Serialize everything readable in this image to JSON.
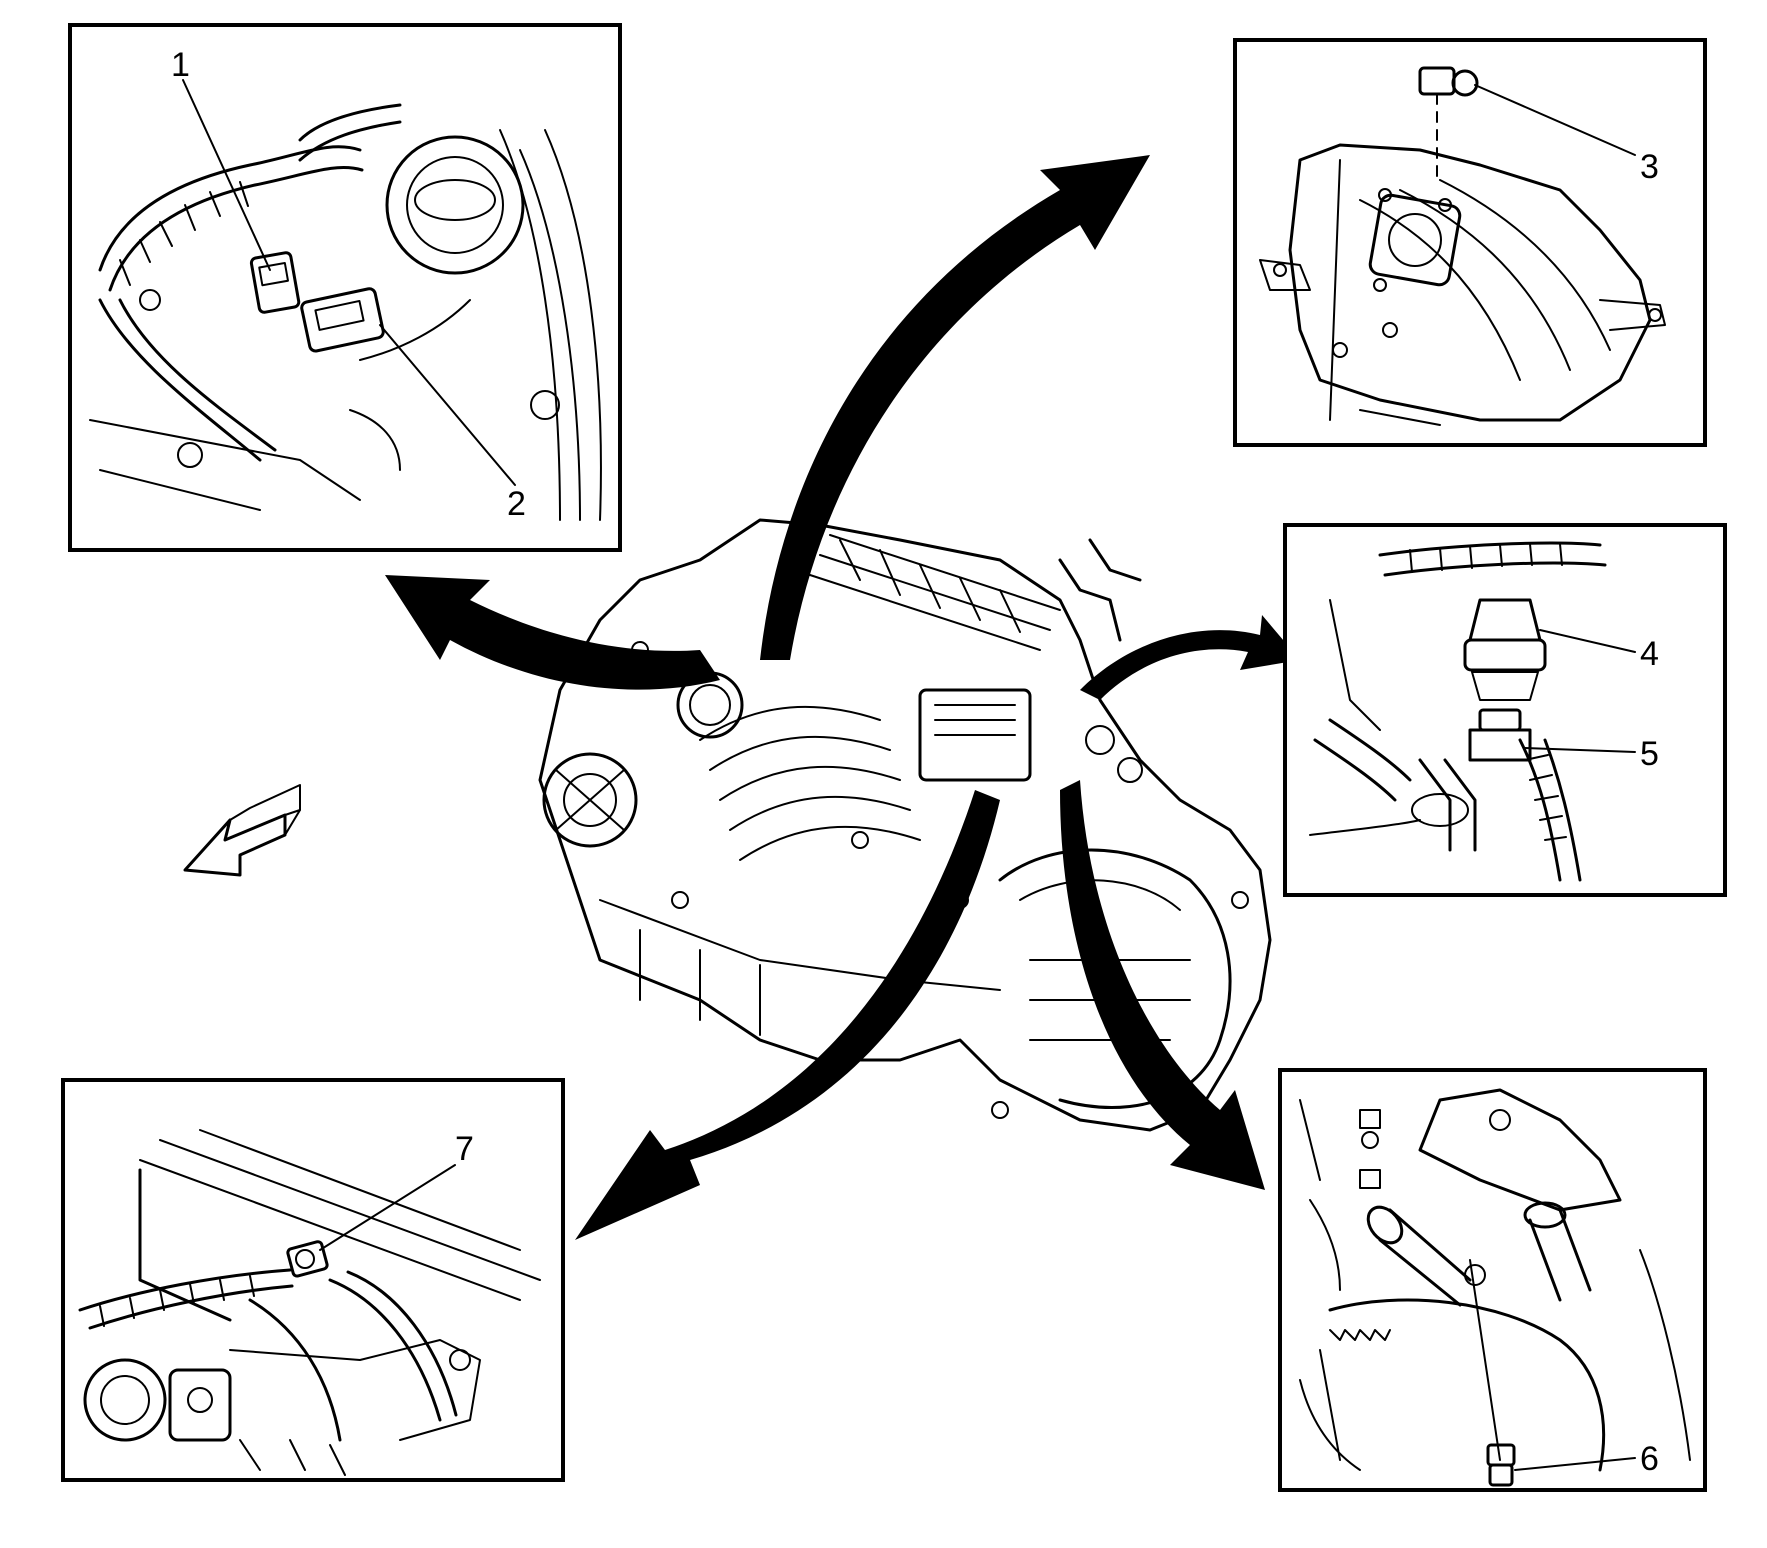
{
  "diagram": {
    "callouts": [
      "1",
      "2",
      "3",
      "4",
      "5",
      "6",
      "7"
    ],
    "line_color": "#000000",
    "background_color": "#ffffff"
  }
}
